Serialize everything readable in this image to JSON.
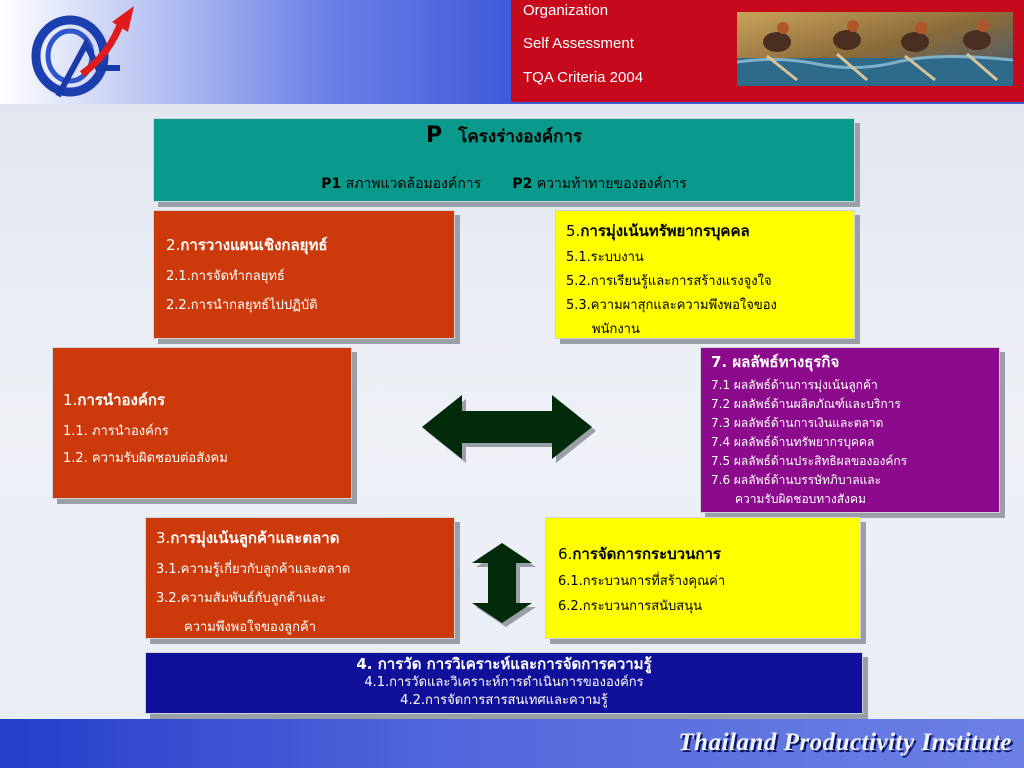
{
  "header": {
    "lines": [
      "Organization",
      "Self Assessment",
      "TQA Criteria 2004"
    ],
    "logo_icon": "tpi-logo-icon",
    "photo_icon": "rowers-painting-icon"
  },
  "profile": {
    "p_label": "P",
    "title": "โครงร่างองค์การ",
    "p1_label": "P1",
    "p1_text": "สภาพแวดล้อมองค์การ",
    "p2_label": "P2",
    "p2_text": "ความท้าทายขององค์การ"
  },
  "box2": {
    "num": "2.",
    "title": "การวางแผนเชิงกลยุทธ์",
    "items": [
      "2.1.การจัดทำกลยุทธ์",
      "2.2.การนำกลยุทธ์ไปปฏิบัติ"
    ]
  },
  "box5": {
    "num": "5.",
    "title": "การมุ่งเน้นทรัพยากรบุคคล",
    "items": [
      "5.1.ระบบงาน",
      "5.2.การเรียนรู้และการสร้างแรงจูงใจ",
      "5.3.ความผาสุกและความพึงพอใจของ",
      "พนักงาน"
    ]
  },
  "box1": {
    "num": "1.",
    "title": "การนำองค์กร",
    "items": [
      "1.1. ภารนำองค์กร",
      "1.2. ความรับผิดชอบต่อสังคม"
    ]
  },
  "box7": {
    "title": "7. ผลลัพธ์ทางธุรกิจ",
    "items": [
      "7.1 ผลลัพธ์ด้านการมุ่งเน้นลูกค้า",
      "7.2 ผลลัพธ์ด้านผลิตภัณฑ์และบริการ",
      "7.3 ผลลัพธ์ด้านการเงินและตลาด",
      "7.4 ผลลัพธ์ด้านทรัพยากรบุคคล",
      "7.5 ผลลัพธ์ด้านประสิทธิผลขององค์กร",
      "7.6 ผลลัพธ์ด้านบรรษัทภิบาลและ",
      "ความรับผิดชอบทางสังคม"
    ]
  },
  "box3": {
    "num": "3.",
    "title": "การมุ่งเน้นลูกค้าและตลาด",
    "items": [
      "3.1.ความรู้เกี่ยวกับลูกค้าและตลาด",
      "3.2.ความสัมพันธ์กับลูกค้าและ",
      "ความพึงพอใจของลูกค้า"
    ]
  },
  "box6": {
    "num": "6.",
    "title": "การจัดการกระบวนการ",
    "items": [
      "6.1.กระบวนการที่สร้างคุณค่า",
      "6.2.กระบวนการสนับสนุน"
    ]
  },
  "box4": {
    "title": "4. การวัด การวิเคราะห์และการจัดการความรู้",
    "items": [
      "4.1.การวัดและวิเคราะห์การดำเนินการขององค์กร",
      "4.2.การจัดการสารสนเทศและความรู้"
    ]
  },
  "footer": {
    "text": "Thailand Productivity Institute"
  },
  "colors": {
    "teal": "#0a9a8c",
    "red": "#cc3a0c",
    "yellow": "#ffff00",
    "purple": "#8c0a8c",
    "navy": "#10109a",
    "arrow": "#002a0a",
    "header_red": "#c60a1c"
  }
}
